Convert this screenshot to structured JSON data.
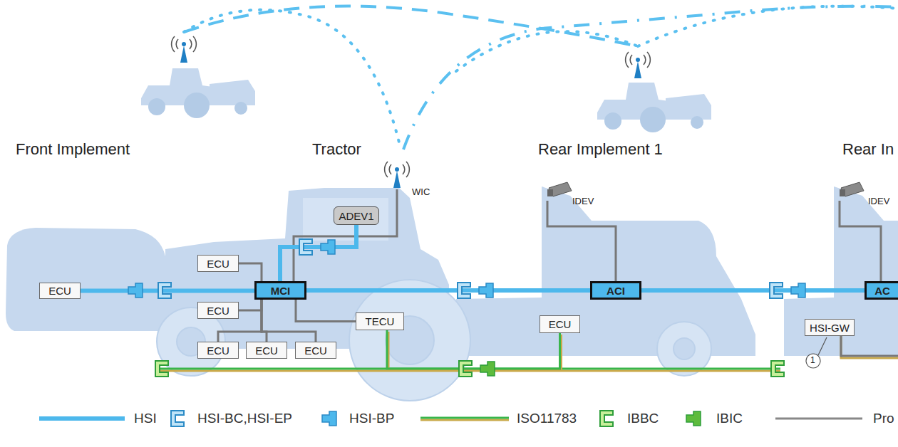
{
  "diagram": {
    "nodes": [
      {
        "text": [
          "ECU"
        ]
      },
      {
        "text": [
          "ADEV1"
        ]
      },
      {
        "text": [
          "ECU"
        ]
      },
      {
        "text": [
          "MCI"
        ]
      },
      {
        "text": [
          "ECU"
        ]
      },
      {
        "text": [
          "TECU"
        ]
      },
      {
        "text": [
          "ECU"
        ]
      },
      {
        "text": [
          "ECU"
        ]
      },
      {
        "text": [
          "ECU"
        ]
      },
      {
        "text": [
          "ACI"
        ]
      },
      {
        "text": [
          "ECU"
        ]
      },
      {
        "text": [
          "AC"
        ]
      },
      {
        "text": [
          "HSI-GW"
        ]
      }
    ],
    "edges": [
      {
        "from": 0,
        "to": 3,
        "arrow": "none"
      },
      {
        "from": 1,
        "to": 3,
        "arrow": "none"
      },
      {
        "from": 2,
        "to": 3,
        "arrow": "none"
      },
      {
        "from": 4,
        "to": 3,
        "arrow": "none"
      },
      {
        "from": 6,
        "to": 3,
        "arrow": "none"
      },
      {
        "from": 7,
        "to": 3,
        "arrow": "none"
      },
      {
        "from": 8,
        "to": 3,
        "arrow": "none"
      },
      {
        "from": 5,
        "to": 3,
        "arrow": "none"
      },
      {
        "from": 3,
        "to": 9,
        "arrow": "none"
      },
      {
        "from": 9,
        "to": 11,
        "arrow": "none"
      },
      {
        "from": 5,
        "to": 10,
        "arrow": "none"
      }
    ],
    "labels": [
      "Front Implement",
      "Tractor",
      "Rear Implement 1",
      "Rear In",
      "WIC",
      "IDEV",
      "IDEV",
      "1"
    ],
    "legend": [
      {
        "text": "HSI"
      },
      {
        "text": "HSI-BC,HSI-EP"
      },
      {
        "text": "HSI-BP"
      },
      {
        "text": "ISO11783"
      },
      {
        "text": "IBBC"
      },
      {
        "text": "IBIC"
      },
      {
        "text": "Pro"
      }
    ]
  }
}
